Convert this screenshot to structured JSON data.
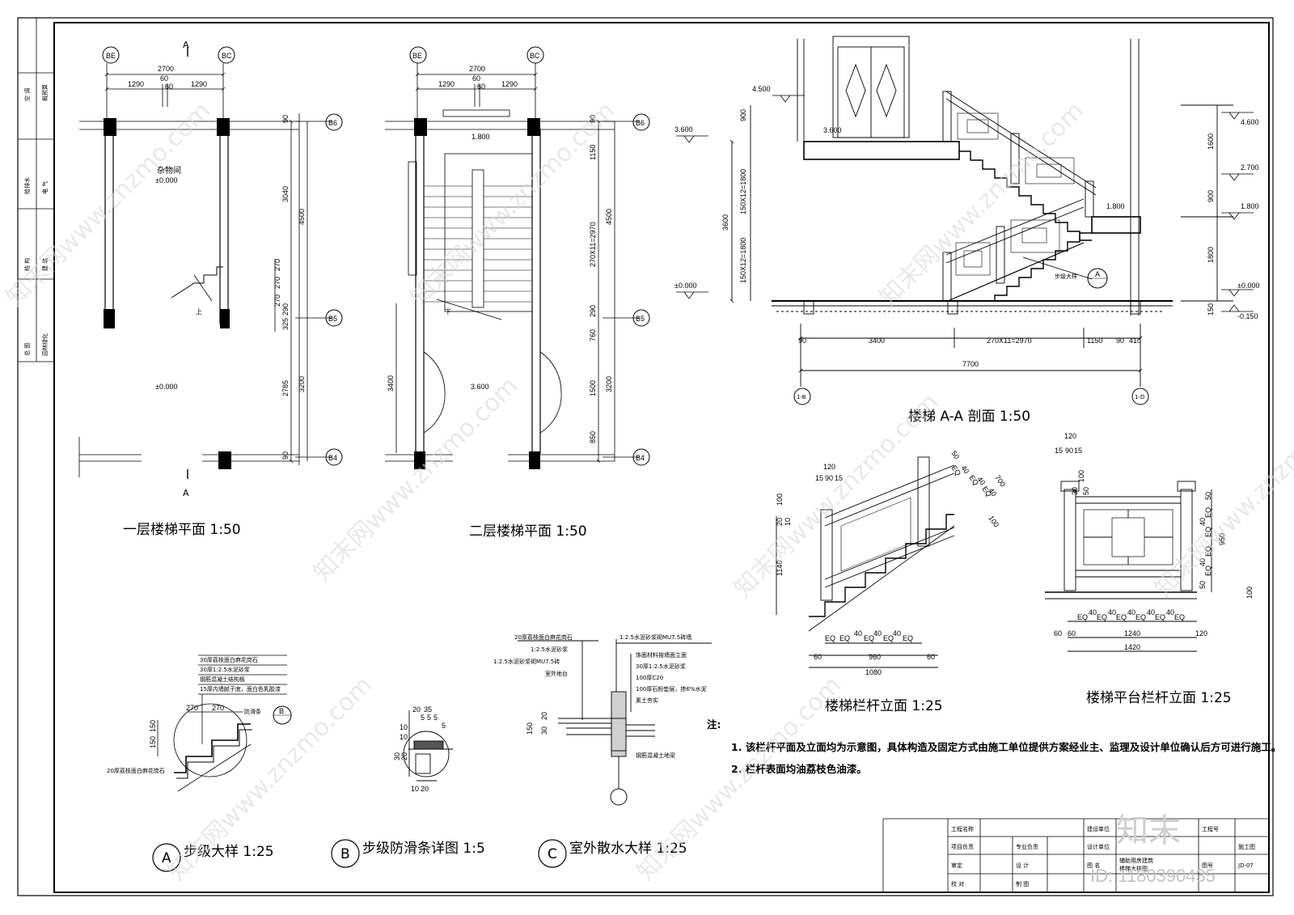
{
  "watermark": {
    "text": "知末网www.znzmo.com",
    "short": "znzmo.com"
  },
  "brand": {
    "logo": "知末",
    "id": "ID: 1180390435"
  },
  "margin_strip": {
    "cells": [
      "总 图",
      "园林绿化",
      "结 构",
      "建 筑",
      "给排水",
      "电 气",
      "空 调",
      "概预算"
    ]
  },
  "plan1": {
    "title": "一层楼梯平面 1:50",
    "axis_left": "BE",
    "axis_right": "BC",
    "axis_b6": "B6",
    "axis_b5": "B5",
    "axis_b4": "B4",
    "dim_total": "2700",
    "dim_a": "1290",
    "dim_mid": "60",
    "dim_mid2": "60",
    "dim_b": "1290",
    "room": "杂物间",
    "elev1": "±0.000",
    "elev2": "±0.000",
    "cut_top": "A",
    "cut_bot": "A",
    "up": "上",
    "vdims": [
      "90",
      "3040",
      "4500",
      "270",
      "270",
      "270",
      "290",
      "325",
      "2785",
      "3200",
      "90"
    ]
  },
  "plan2": {
    "title": "二层楼梯平面 1:50",
    "axis_left": "BE",
    "axis_right": "BC",
    "axis_b6": "B6",
    "axis_b5": "B5",
    "axis_b4": "B4",
    "dim_total": "2700",
    "dim_a": "1290",
    "dim_mid": "60",
    "dim_mid2": "60",
    "dim_b": "1290",
    "elev_landing": "1.800",
    "elev_floor": "3.600",
    "down": "下",
    "left_dim": "3400",
    "vdims": [
      "90",
      "1150",
      "270X11=2970",
      "4500",
      "290",
      "760",
      "1500",
      "3200",
      "850"
    ]
  },
  "section": {
    "title": "楼梯 A-A 剖面 1:50",
    "elevs_left": [
      "4.500",
      "3.600",
      "±0.000"
    ],
    "elev_floor": "3.600",
    "elev_landing": "1.800",
    "elevs_right": [
      "4.600",
      "2.700",
      "1.800",
      "±0.000",
      "-0.150"
    ],
    "vdims_left": [
      "900",
      "150X12=1800",
      "3600",
      "150X12=1800"
    ],
    "vdims_right": [
      "1600",
      "900",
      "1800",
      "150"
    ],
    "hdims": [
      "90",
      "3400",
      "270X11=2970",
      "1150",
      "90",
      "410"
    ],
    "total": "7700",
    "axis_left": "1-B",
    "axis_right": "1-D",
    "callout_label": "步级大样",
    "callout": "A"
  },
  "rail1": {
    "title": "楼梯栏杆立面 1:25",
    "top": [
      "120",
      "15",
      "90",
      "15"
    ],
    "left": [
      "100",
      "20",
      "10",
      "1140"
    ],
    "slope": [
      "50",
      "EQ",
      "40",
      "EQ",
      "40",
      "EQ",
      "40",
      "700",
      "100"
    ],
    "bottom": [
      "EQ",
      "EQ",
      "40",
      "EQ",
      "40",
      "EQ",
      "40",
      "EQ"
    ],
    "bottom2": [
      "60",
      "960",
      "60"
    ],
    "bottom3": "1080"
  },
  "rail2": {
    "title": "楼梯平台栏杆立面 1:25",
    "top": [
      "120",
      "15",
      "90",
      "15",
      "100",
      "30",
      "50"
    ],
    "right": [
      "50",
      "EQ",
      "40",
      "EQ",
      "950",
      "EQ",
      "40",
      "EQ",
      "50",
      "100"
    ],
    "bottom": [
      "EQ",
      "40",
      "EQ",
      "40",
      "EQ",
      "40",
      "EQ",
      "40",
      "EQ",
      "40",
      "EQ"
    ],
    "bottom2": [
      "60",
      "60",
      "1240",
      "120"
    ],
    "bottom3": "1420"
  },
  "detailA": {
    "label": "A",
    "title": "步级大样 1:25",
    "layers": [
      "30厚荔枝面白麻花岗石",
      "30厚1:2.5水泥砂浆",
      "钢筋混凝土结构板",
      "15厚内墙腻子底，面白色乳胶漆"
    ],
    "dims": [
      "270",
      "270",
      "150",
      "150"
    ],
    "anti_slip": "防滑条",
    "callout": "B",
    "bottom_label": "20厚荔枝面白麻花岗石"
  },
  "detailB": {
    "label": "B",
    "title": "步级防滑条详图 1:5",
    "dims_top": [
      "20",
      "35",
      "5",
      "5",
      "5",
      "5"
    ],
    "dims_left": [
      "10",
      "10",
      "30",
      "20"
    ],
    "dims_bot": [
      "10",
      "20"
    ]
  },
  "detailC": {
    "label": "C",
    "title": "室外散水大样 1:25",
    "left_layers": [
      "20厚荔枝面白麻花岗石",
      "1:2.5水泥砂浆",
      "1:2.5水泥砂浆砌MU7.5砖",
      "室外地台"
    ],
    "right_layers": [
      "1:2.5水泥砂浆砌MU7.5砖墙",
      "饰面材料按墙面立面",
      "30厚1:2.5水泥砂浆",
      "100厚C20",
      "100厚石粉垫层，掺6%水泥",
      "素土夯实",
      "钢筋混凝土地梁"
    ],
    "dims": [
      "20",
      "150",
      "30"
    ]
  },
  "notes": {
    "head": "注:",
    "items": [
      "1. 该栏杆平面及立面均为示意图，具体构造及固定方式由施工单位提供方案经业主、监理及设计单位确认后方可进行施工。",
      "2. 栏杆表面均油荔枝色油漆。"
    ]
  },
  "titleblock": {
    "r1": [
      "工程名称",
      "建设单位",
      "工程号"
    ],
    "r2": [
      "项目负责",
      "专业负责",
      "设计单位",
      "施工图"
    ],
    "r3": [
      "审定",
      "设 计",
      "图 名",
      "辅助用房建筑",
      "图号"
    ],
    "r4": [
      "校 对",
      "制 图",
      "楼梯大样图",
      "JD-07"
    ]
  }
}
